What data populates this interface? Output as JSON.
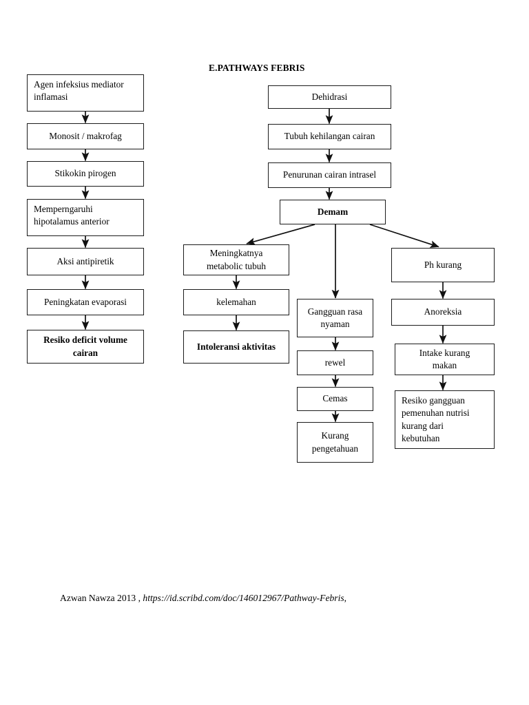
{
  "page": {
    "title": "E.PATHWAYS FEBRIS",
    "background": "#ffffff",
    "ink": "#000000"
  },
  "diagram": {
    "type": "flowchart",
    "columns": [
      {
        "name": "left-chain",
        "nodes": [
          {
            "id": "agen",
            "label": "Agen infeksius mediator\ninflamasi",
            "bold": false,
            "align": "left"
          },
          {
            "id": "monosit",
            "label": "Monosit / makrofag",
            "bold": false,
            "align": "center"
          },
          {
            "id": "stikokin",
            "label": "Stikokin pirogen",
            "bold": false,
            "align": "center"
          },
          {
            "id": "hipotalamus",
            "label": "Memperngaruhi\nhipotalamus anterior",
            "bold": false,
            "align": "left"
          },
          {
            "id": "antipiretik",
            "label": "Aksi antipiretik",
            "bold": false,
            "align": "center"
          },
          {
            "id": "evaporasi",
            "label": "Peningkatan evaporasi",
            "bold": false,
            "align": "center"
          },
          {
            "id": "resiko-deficit",
            "label": "Resiko deficit volume\ncairan",
            "bold": true,
            "align": "center"
          }
        ]
      },
      {
        "name": "center-chain",
        "nodes": [
          {
            "id": "dehidrasi",
            "label": "Dehidrasi",
            "bold": false,
            "align": "center"
          },
          {
            "id": "tubuh-kehilangan",
            "label": "Tubuh kehilangan cairan",
            "bold": false,
            "align": "center"
          },
          {
            "id": "penurunan-cairan",
            "label": "Penurunan cairan intrasel",
            "bold": false,
            "align": "center"
          },
          {
            "id": "demam",
            "label": "Demam",
            "bold": true,
            "align": "center"
          }
        ]
      },
      {
        "name": "branch-left",
        "nodes": [
          {
            "id": "meningkatnya",
            "label": "Meningkatnya\nmetabolic tubuh",
            "bold": false,
            "align": "center"
          },
          {
            "id": "kelemahan",
            "label": "kelemahan",
            "bold": false,
            "align": "center"
          },
          {
            "id": "intoleransi",
            "label": "Intoleransi aktivitas",
            "bold": true,
            "align": "center"
          }
        ]
      },
      {
        "name": "branch-middle",
        "nodes": [
          {
            "id": "gangguan-rasa",
            "label": "Gangguan rasa\nnyaman",
            "bold": false,
            "align": "center"
          },
          {
            "id": "rewel",
            "label": "rewel",
            "bold": false,
            "align": "center"
          },
          {
            "id": "cemas",
            "label": "Cemas",
            "bold": false,
            "align": "center"
          },
          {
            "id": "kurang-pengetahuan",
            "label": "Kurang\npengetahuan",
            "bold": false,
            "align": "center"
          }
        ]
      },
      {
        "name": "branch-right",
        "nodes": [
          {
            "id": "ph-kurang",
            "label": "Ph kurang",
            "bold": false,
            "align": "center"
          },
          {
            "id": "anoreksia",
            "label": "Anoreksia",
            "bold": false,
            "align": "center"
          },
          {
            "id": "intake-kurang",
            "label": "Intake kurang\nmakan",
            "bold": false,
            "align": "center"
          },
          {
            "id": "resiko-gangguan",
            "label": "Resiko gangguan\npemenuhan nutrisi\nkurang dari\nkebutuhan",
            "bold": false,
            "align": "left"
          }
        ]
      }
    ],
    "edges": [
      {
        "from": "agen",
        "to": "monosit",
        "kind": "vertical-arrow"
      },
      {
        "from": "monosit",
        "to": "stikokin",
        "kind": "vertical-arrow"
      },
      {
        "from": "stikokin",
        "to": "hipotalamus",
        "kind": "vertical-arrow"
      },
      {
        "from": "hipotalamus",
        "to": "antipiretik",
        "kind": "vertical-arrow"
      },
      {
        "from": "antipiretik",
        "to": "evaporasi",
        "kind": "vertical-arrow"
      },
      {
        "from": "evaporasi",
        "to": "resiko-deficit",
        "kind": "vertical-arrow"
      },
      {
        "from": "dehidrasi",
        "to": "tubuh-kehilangan",
        "kind": "vertical-arrow"
      },
      {
        "from": "tubuh-kehilangan",
        "to": "penurunan-cairan",
        "kind": "vertical-arrow"
      },
      {
        "from": "penurunan-cairan",
        "to": "demam",
        "kind": "vertical-arrow"
      },
      {
        "from": "demam",
        "to": "meningkatnya",
        "kind": "diagonal-arrow"
      },
      {
        "from": "demam",
        "to": "gangguan-rasa",
        "kind": "vertical-arrow"
      },
      {
        "from": "demam",
        "to": "ph-kurang",
        "kind": "diagonal-arrow"
      },
      {
        "from": "meningkatnya",
        "to": "kelemahan",
        "kind": "vertical-arrow"
      },
      {
        "from": "kelemahan",
        "to": "intoleransi",
        "kind": "vertical-arrow"
      },
      {
        "from": "gangguan-rasa",
        "to": "rewel",
        "kind": "vertical-arrow"
      },
      {
        "from": "rewel",
        "to": "cemas",
        "kind": "vertical-arrow"
      },
      {
        "from": "cemas",
        "to": "kurang-pengetahuan",
        "kind": "vertical-arrow"
      },
      {
        "from": "ph-kurang",
        "to": "anoreksia",
        "kind": "vertical-arrow"
      },
      {
        "from": "anoreksia",
        "to": "intake-kurang",
        "kind": "vertical-arrow"
      },
      {
        "from": "intake-kurang",
        "to": "resiko-gangguan",
        "kind": "vertical-arrow"
      }
    ]
  },
  "footer": {
    "author_year": "Azwan Nawza 2013 ,",
    "url": "https://id.scribd.com/doc/146012967/Pathway-Febris",
    "trailing": ","
  }
}
